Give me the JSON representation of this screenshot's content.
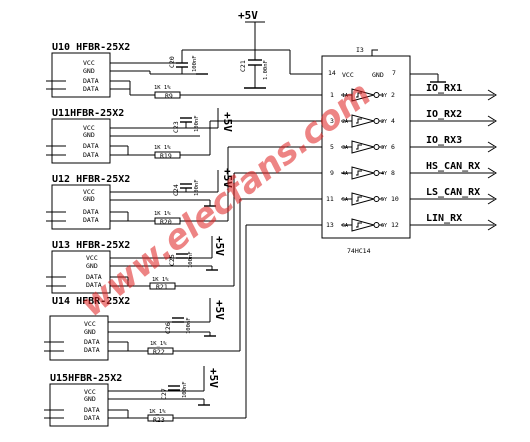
{
  "power": {
    "vcc5": "+5V"
  },
  "receivers": [
    {
      "ref": "U10",
      "part": "HFBR-25X2",
      "pin_vcc": "VCC",
      "pin_gnd": "GND",
      "pin_data1": "DATA",
      "pin_data2": "DATA",
      "res_ref": "R9",
      "res_val": "1K 1%",
      "cap_ref": "C20",
      "cap_val": "100nF"
    },
    {
      "ref": "U11",
      "part": "HFBR-25X2",
      "pin_vcc": "VCC",
      "pin_gnd": "GND",
      "pin_data1": "DATA",
      "pin_data2": "DATA",
      "res_ref": "R19",
      "res_val": "1K 1%",
      "cap_ref": "C23",
      "cap_val": "100nF"
    },
    {
      "ref": "U12",
      "part": "HFBR-25X2",
      "pin_vcc": "VCC",
      "pin_gnd": "GND",
      "pin_data1": "DATA",
      "pin_data2": "DATA",
      "res_ref": "R20",
      "res_val": "1K 1%",
      "cap_ref": "C24",
      "cap_val": "100nF"
    },
    {
      "ref": "U13",
      "part": "HFBR-25X2",
      "pin_vcc": "VCC",
      "pin_gnd": "GND",
      "pin_data1": "DATA",
      "pin_data2": "DATA",
      "res_ref": "R21",
      "res_val": "1K 1%",
      "cap_ref": "C25",
      "cap_val": "100nF"
    },
    {
      "ref": "U14",
      "part": "HFBR-25X2",
      "pin_vcc": "VCC",
      "pin_gnd": "GND",
      "pin_data1": "DATA",
      "pin_data2": "DATA",
      "res_ref": "R22",
      "res_val": "1K_1%",
      "cap_ref": "C26",
      "cap_val": "100nF"
    },
    {
      "ref": "U15",
      "part": "HFBR-25X2",
      "pin_vcc": "VCC",
      "pin_gnd": "GND",
      "pin_data1": "DATA",
      "pin_data2": "DATA",
      "res_ref": "R23",
      "res_val": "1K_1%",
      "cap_ref": "C27",
      "cap_val": "100nF"
    }
  ],
  "bulk_cap": {
    "ref": "C21",
    "val": "1.00nF"
  },
  "ic": {
    "ref": "I3",
    "part": "74HC14",
    "pin14": "14",
    "vcc": "VCC",
    "pin7": "7",
    "gnd": "GND",
    "gates": [
      {
        "in_pin": "1",
        "in_name": "1A",
        "out_name": "1Y",
        "out_pin": "2"
      },
      {
        "in_pin": "3",
        "in_name": "2A",
        "out_name": "2Y",
        "out_pin": "4"
      },
      {
        "in_pin": "5",
        "in_name": "3A",
        "out_name": "3Y",
        "out_pin": "6"
      },
      {
        "in_pin": "9",
        "in_name": "4A",
        "out_name": "4Y",
        "out_pin": "8"
      },
      {
        "in_pin": "11",
        "in_name": "5A",
        "out_name": "5Y",
        "out_pin": "10"
      },
      {
        "in_pin": "13",
        "in_name": "6A",
        "out_name": "6Y",
        "out_pin": "12"
      }
    ]
  },
  "signals": [
    "IO_RX1",
    "IO_RX2",
    "IO_RX3",
    "HS_CAN_RX",
    "LS_CAN_RX",
    "LIN_RX"
  ],
  "watermark": "www.elecfans.com"
}
